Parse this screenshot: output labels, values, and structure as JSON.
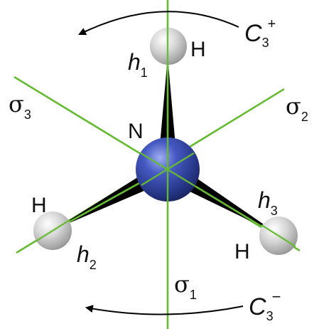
{
  "labels": {
    "nitrogen": "N",
    "hydrogen_top": "H",
    "hydrogen_left": "H",
    "hydrogen_right": "H",
    "h1_base": "h",
    "h1_sub": "1",
    "h2_base": "h",
    "h2_sub": "2",
    "h3_base": "h",
    "h3_sub": "3",
    "sigma1_base": "σ",
    "sigma1_sub": "1",
    "sigma2_base": "σ",
    "sigma2_sub": "2",
    "sigma3_base": "σ",
    "sigma3_sub": "3",
    "c3_plus_base": "C",
    "c3_plus_sub": "3",
    "c3_plus_sup": "+",
    "c3_minus_base": "C",
    "c3_minus_sub": "3",
    "c3_minus_sup": "−"
  },
  "colors": {
    "mirror_plane": "#66bb33",
    "nitrogen_atom": "#2b3f9a",
    "hydrogen_atom": "#c8c8c8",
    "bond": "#000000",
    "arrow": "#000000",
    "text": "#111111"
  },
  "icons": {
    "c3_plus_arrow": "counterclockwise-arc-arrow-icon",
    "c3_minus_arrow": "counterclockwise-arc-arrow-icon"
  }
}
